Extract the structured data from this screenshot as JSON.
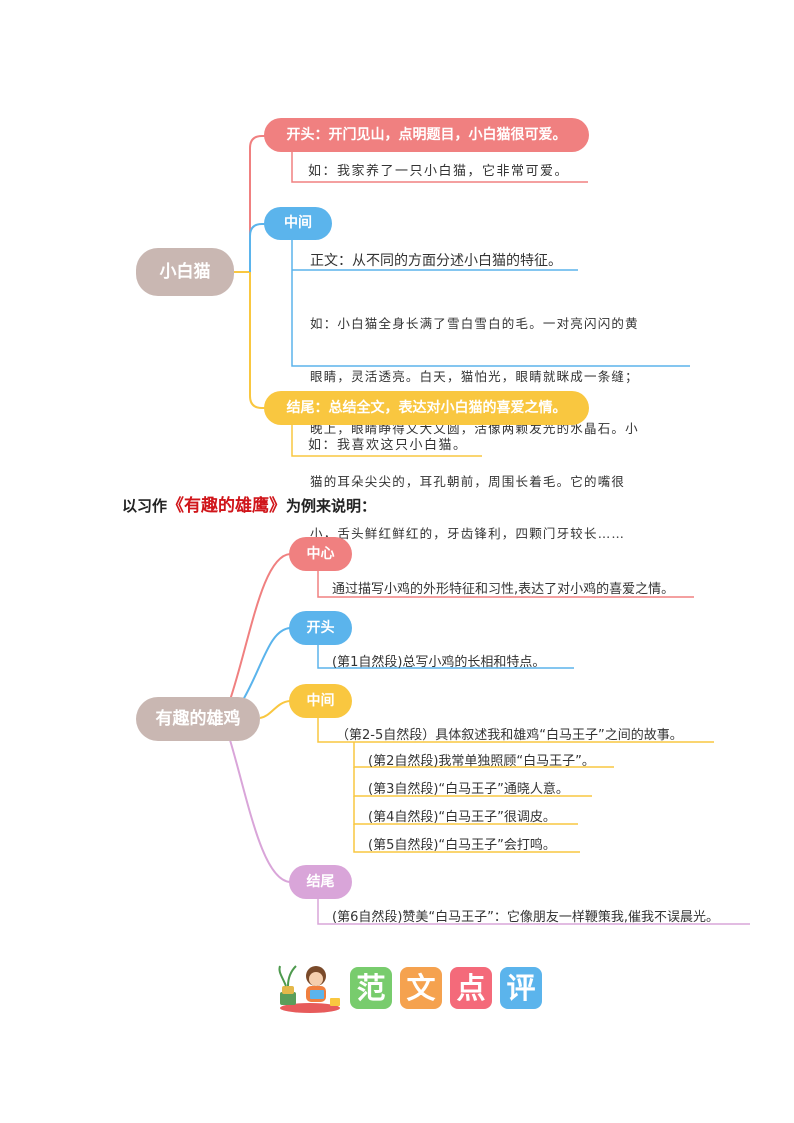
{
  "map1": {
    "root": "小白猫",
    "begin": {
      "label": "开头：开门见山，点明题目，小白猫很可爱。",
      "example": "如：我家养了一只小白猫，它非常可爱。"
    },
    "middle": {
      "label": "中间",
      "body": "正文：从不同的方面分述小白猫的特征。",
      "example_lines": [
        "如：小白猫全身长满了雪白雪白的毛。一对亮闪闪的黄",
        "眼睛，灵活透亮。白天，猫怕光，眼睛就眯成一条缝；",
        "晚上，眼睛睁得又大又圆，活像两颗发光的水晶石。小",
        "猫的耳朵尖尖的，耳孔朝前，周围长着毛。它的嘴很",
        "小，舌头鲜红鲜红的，牙齿锋利，四颗门牙较长……"
      ]
    },
    "end": {
      "label": "结尾：总结全文，表达对小白猫的喜爱之情。",
      "example": "如：我喜欢这只小白猫。"
    }
  },
  "heading": {
    "prefix": "以习作",
    "title": "《有趣的雄鹰》",
    "suffix": "为例来说明："
  },
  "map2": {
    "root": "有趣的雄鸡",
    "center": {
      "label": "中心",
      "text": "通过描写小鸡的外形特征和习性,表达了对小鸡的喜爱之情。"
    },
    "begin": {
      "label": "开头",
      "text": "(第1自然段)总写小鸡的长相和特点。"
    },
    "middle": {
      "label": "中间",
      "text": "（第2-5自然段）具体叙述我和雄鸡“白马王子”之间的故事。",
      "subs": [
        "(第2自然段)我常单独照顾“白马王子”。",
        "(第3自然段)“白马王子”通晓人意。",
        "(第4自然段)“白马王子”很调皮。",
        "(第5自然段)“白马王子”会打鸣。"
      ]
    },
    "end": {
      "label": "结尾",
      "text": "(第6自然段)赞美“白马王子”：它像朋友一样鞭策我,催我不误晨光。"
    }
  },
  "banner": {
    "chars": [
      "范",
      "文",
      "点",
      "评"
    ]
  },
  "colors": {
    "red": "#f08080",
    "blue": "#5bb4ec",
    "yellow": "#f9c740",
    "purple": "#d9a5d9",
    "root": "#c9b7b2",
    "heading_red": "#d0151a"
  }
}
